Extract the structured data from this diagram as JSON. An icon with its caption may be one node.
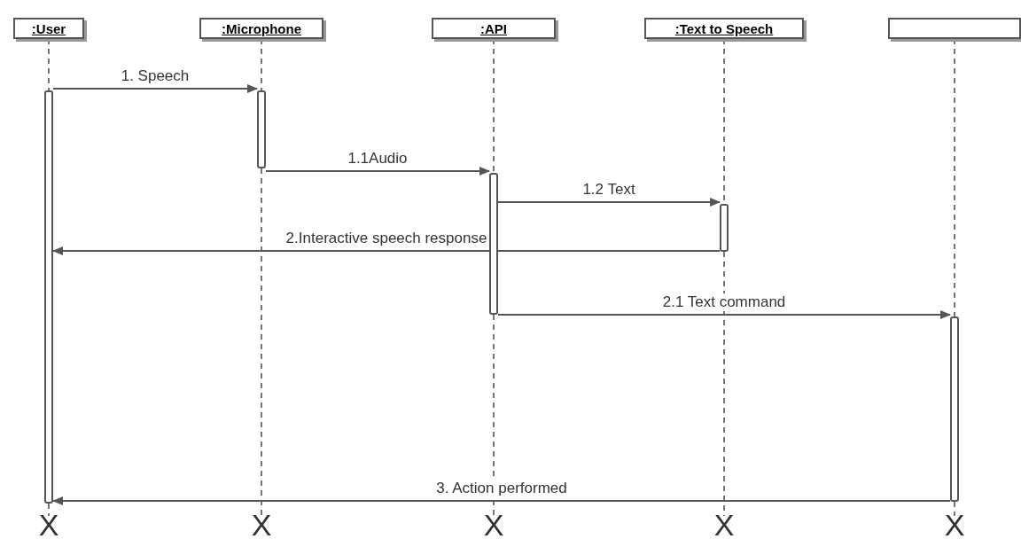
{
  "diagram": {
    "nodes": [
      {
        "text": [
          ":User"
        ]
      },
      {
        "text": [
          ":Microphone"
        ]
      },
      {
        "text": [
          ":API"
        ]
      },
      {
        "text": [
          ":Text to Speech"
        ]
      },
      {
        "text": [],
        "shape": "box"
      },
      {
        "text": [],
        "shape": "bar"
      },
      {
        "text": [],
        "shape": "bar"
      },
      {
        "text": [],
        "shape": "bar"
      },
      {
        "text": [],
        "shape": "bar"
      },
      {
        "text": [],
        "shape": "bar"
      },
      {
        "text": [
          "X"
        ]
      },
      {
        "text": [
          "X"
        ]
      },
      {
        "text": [
          "X"
        ]
      },
      {
        "text": [
          "X"
        ]
      },
      {
        "text": [
          "X"
        ]
      }
    ],
    "edges": [
      {
        "from": 0,
        "to": 5,
        "arrow": "none",
        "style": "dashed"
      },
      {
        "from": 1,
        "to": 6,
        "arrow": "none",
        "style": "dashed"
      },
      {
        "from": 2,
        "to": 7,
        "arrow": "none",
        "style": "dashed"
      },
      {
        "from": 3,
        "to": 8,
        "arrow": "none",
        "style": "dashed"
      },
      {
        "from": 4,
        "to": 9,
        "arrow": "none",
        "style": "dashed"
      },
      {
        "from": 5,
        "to": 6,
        "arrow": "to",
        "label": "1. Speech"
      },
      {
        "from": 6,
        "to": 7,
        "arrow": "to",
        "label": "1.1Audio"
      },
      {
        "from": 7,
        "to": 8,
        "arrow": "to",
        "label": "1.2 Text"
      },
      {
        "from": 8,
        "to": 5,
        "arrow": "to",
        "label": "2.Interactive speech response"
      },
      {
        "from": 7,
        "to": 9,
        "arrow": "to",
        "label": "2.1 Text command"
      },
      {
        "from": 9,
        "to": 5,
        "arrow": "to",
        "label": "3. Action performed"
      },
      {
        "from": 5,
        "to": 10,
        "arrow": "none",
        "style": "dashed"
      },
      {
        "from": 6,
        "to": 11,
        "arrow": "none",
        "style": "dashed"
      },
      {
        "from": 7,
        "to": 12,
        "arrow": "none",
        "style": "dashed"
      },
      {
        "from": 8,
        "to": 13,
        "arrow": "none",
        "style": "dashed"
      },
      {
        "from": 9,
        "to": 14,
        "arrow": "none",
        "style": "dashed"
      }
    ]
  }
}
